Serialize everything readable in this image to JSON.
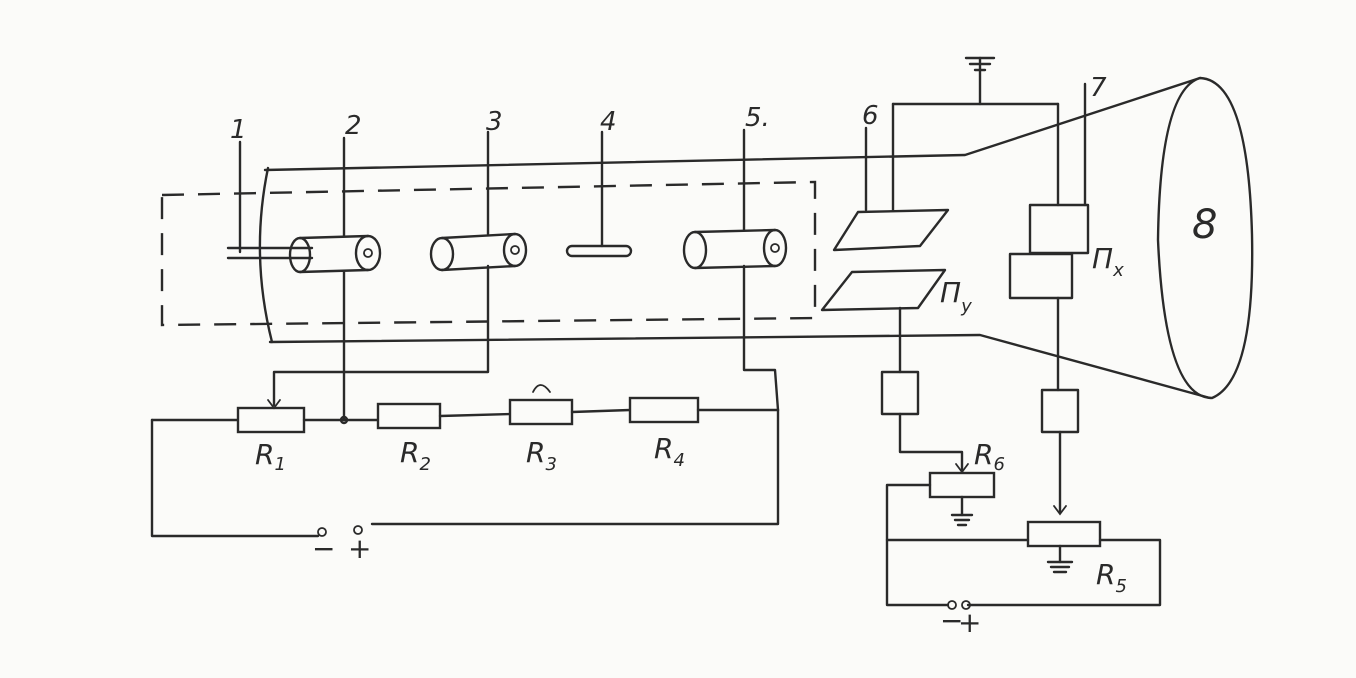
{
  "diagram": {
    "labels": {
      "n1": "1",
      "n2": "2",
      "n3": "3",
      "n4": "4",
      "n5": "5.",
      "n6": "6",
      "n7": "7",
      "n8": "8"
    },
    "plates": {
      "py_main": "П",
      "py_sub": "y",
      "px_main": "П",
      "px_sub": "x"
    },
    "resistors": {
      "r1": {
        "main": "R",
        "sub": "1"
      },
      "r2": {
        "main": "R",
        "sub": "2"
      },
      "r3": {
        "main": "R",
        "sub": "3"
      },
      "r4": {
        "main": "R",
        "sub": "4"
      },
      "r5": {
        "main": "R",
        "sub": "5"
      },
      "r6": {
        "main": "R",
        "sub": "6"
      }
    },
    "terminals": {
      "left_minus": "−",
      "left_plus": "+",
      "right_minus": "−",
      "right_plus": "+"
    }
  },
  "colors": {
    "ink": "#2a2a2a",
    "paper": "#fbfbf9"
  }
}
